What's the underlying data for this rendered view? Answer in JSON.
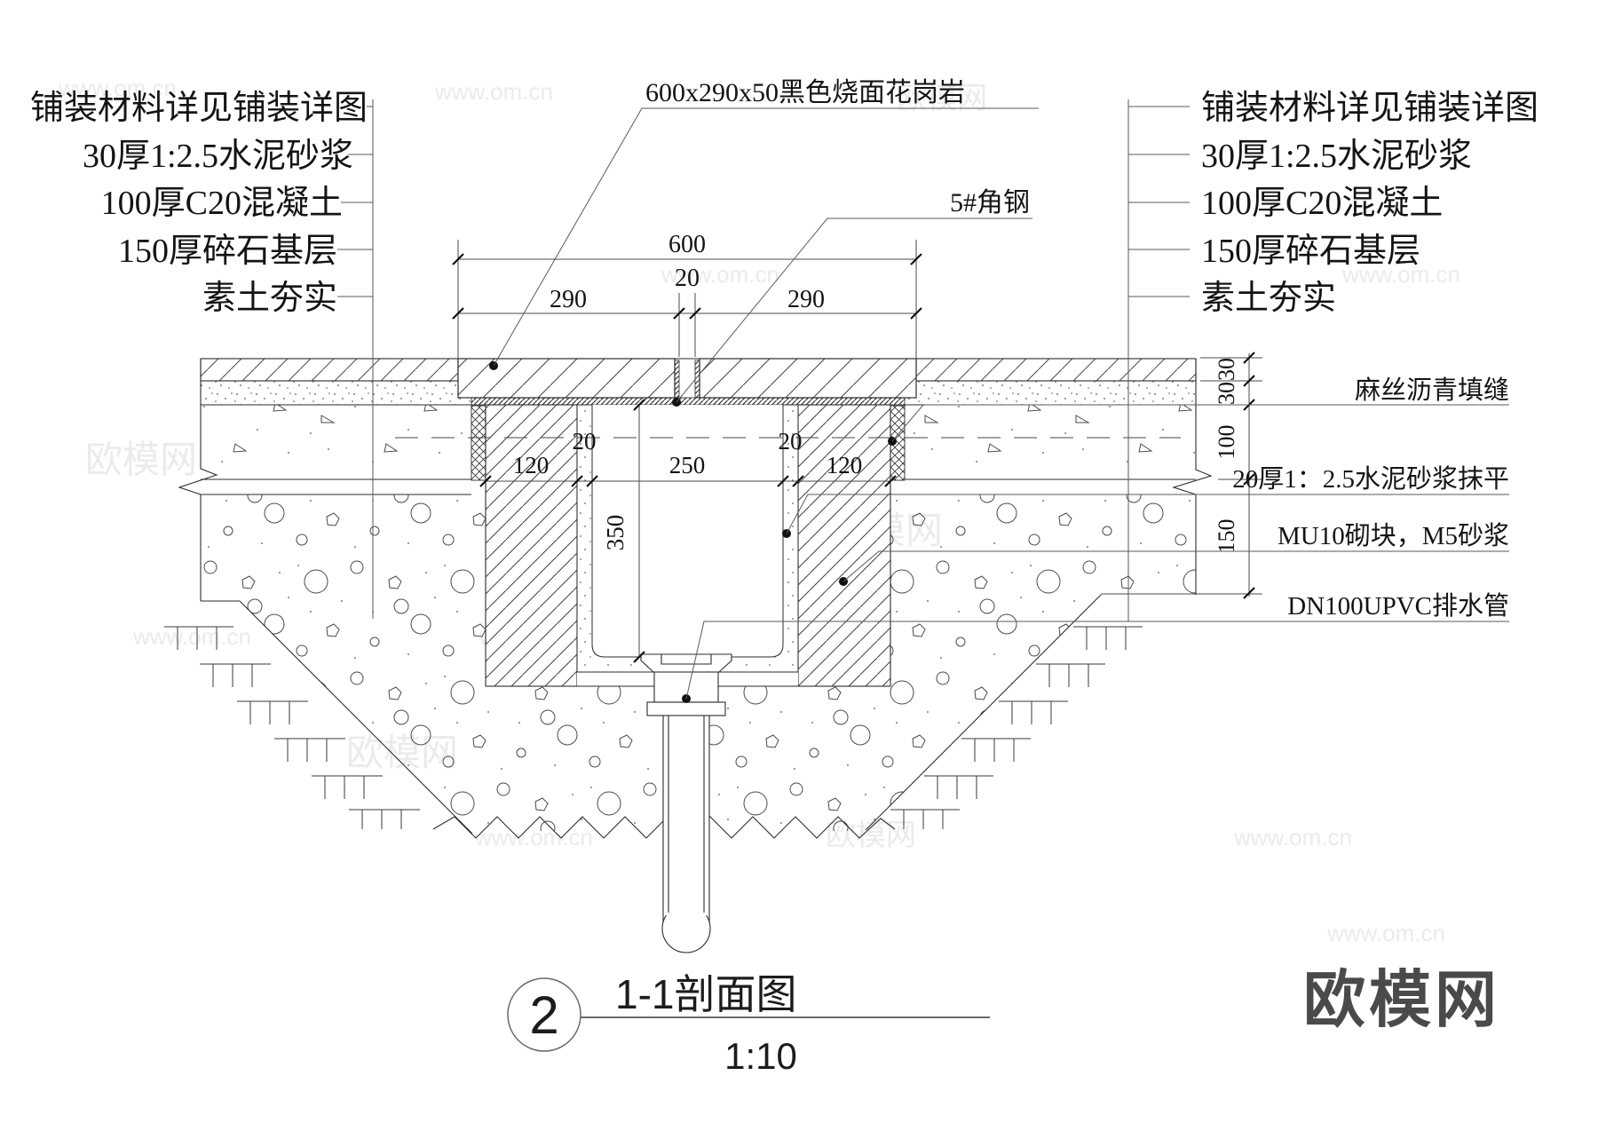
{
  "drawing": {
    "title_number": "2",
    "title_name": "1-1剖面图",
    "title_scale": "1:10"
  },
  "callouts": {
    "granite": "600x290x50黑色烧面花岗岩",
    "angle_steel": "5#角钢"
  },
  "materials_left": [
    "铺装材料详见铺装详图",
    "30厚1:2.5水泥砂浆",
    "100厚C20混凝土",
    "150厚碎石基层",
    "素土夯实"
  ],
  "materials_right": [
    "铺装材料详见铺装详图",
    "30厚1:2.5水泥砂浆",
    "100厚C20混凝土",
    "150厚碎石基层",
    "素土夯实"
  ],
  "annotations_right": [
    "麻丝沥青填缝",
    "20厚1：2.5水泥砂浆抹平",
    "MU10砌块，M5砂浆",
    "DN100UPVC排水管"
  ],
  "dims": {
    "total_width": "600",
    "slab": "290",
    "joint": "20",
    "wall": "120",
    "channel_width": "250",
    "channel_depth": "350",
    "granite_thk": "30",
    "mortar_thk": "30",
    "concrete_thk": "100",
    "gravel_thk": "150"
  },
  "watermarks": {
    "url": "www.om.cn",
    "brand": "欧模网"
  },
  "colors": {
    "line": "#2b2b2b",
    "dim_line": "#4a4a4a",
    "watermark": "#ebebeb",
    "logo": "#4a4a4a",
    "background": "#ffffff"
  }
}
